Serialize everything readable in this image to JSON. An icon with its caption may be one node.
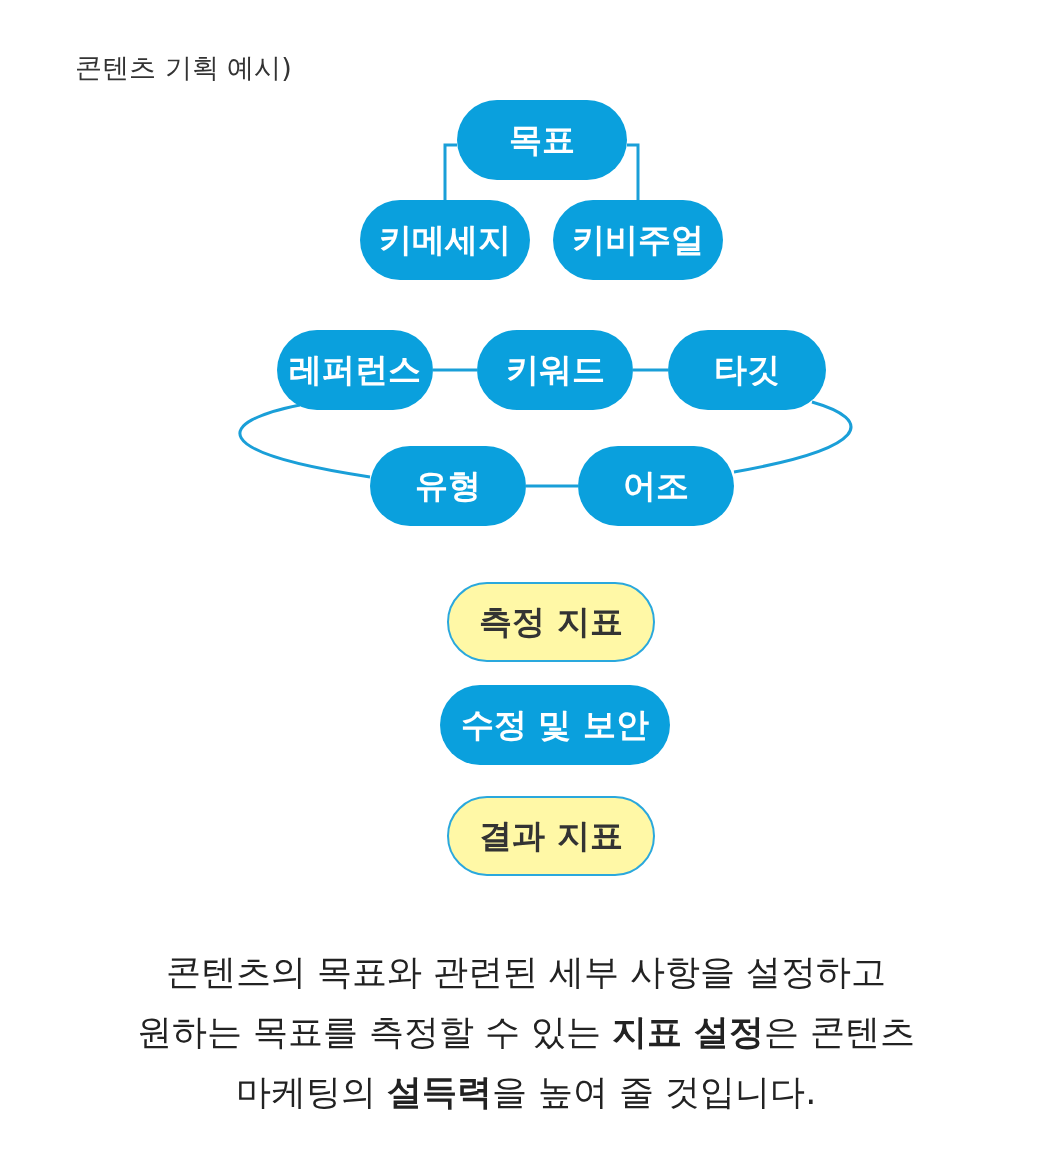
{
  "diagram": {
    "title": "콘텐츠 기획 예시)",
    "nodes": [
      {
        "text": [
          "목표"
        ]
      },
      {
        "text": [
          "키메세지"
        ]
      },
      {
        "text": [
          "키비주얼"
        ]
      },
      {
        "text": [
          "레퍼런스"
        ]
      },
      {
        "text": [
          "키워드"
        ]
      },
      {
        "text": [
          "타깃"
        ]
      },
      {
        "text": [
          "유형"
        ]
      },
      {
        "text": [
          "어조"
        ]
      },
      {
        "text": [
          "측정 지표"
        ]
      },
      {
        "text": [
          "수정 및 보안"
        ]
      },
      {
        "text": [
          "결과 지표"
        ]
      }
    ],
    "edges": [
      {
        "from": 0,
        "to": 1,
        "arrow": "none"
      },
      {
        "from": 0,
        "to": 2,
        "arrow": "none"
      },
      {
        "from": 3,
        "to": 4,
        "arrow": "none"
      },
      {
        "from": 4,
        "to": 5,
        "arrow": "none"
      },
      {
        "from": 6,
        "to": 7,
        "arrow": "none"
      },
      {
        "from": 3,
        "to": 6,
        "arrow": "none"
      },
      {
        "from": 5,
        "to": 7,
        "arrow": "none"
      }
    ],
    "caption": "콘텐츠의 목표와 관련된 세부 사항을 설정하고 원하는 목표를 측정할 수 있는 **지표 설정**은 콘텐츠 마케팅의 **설득력**을 높여 줄 것입니다."
  }
}
